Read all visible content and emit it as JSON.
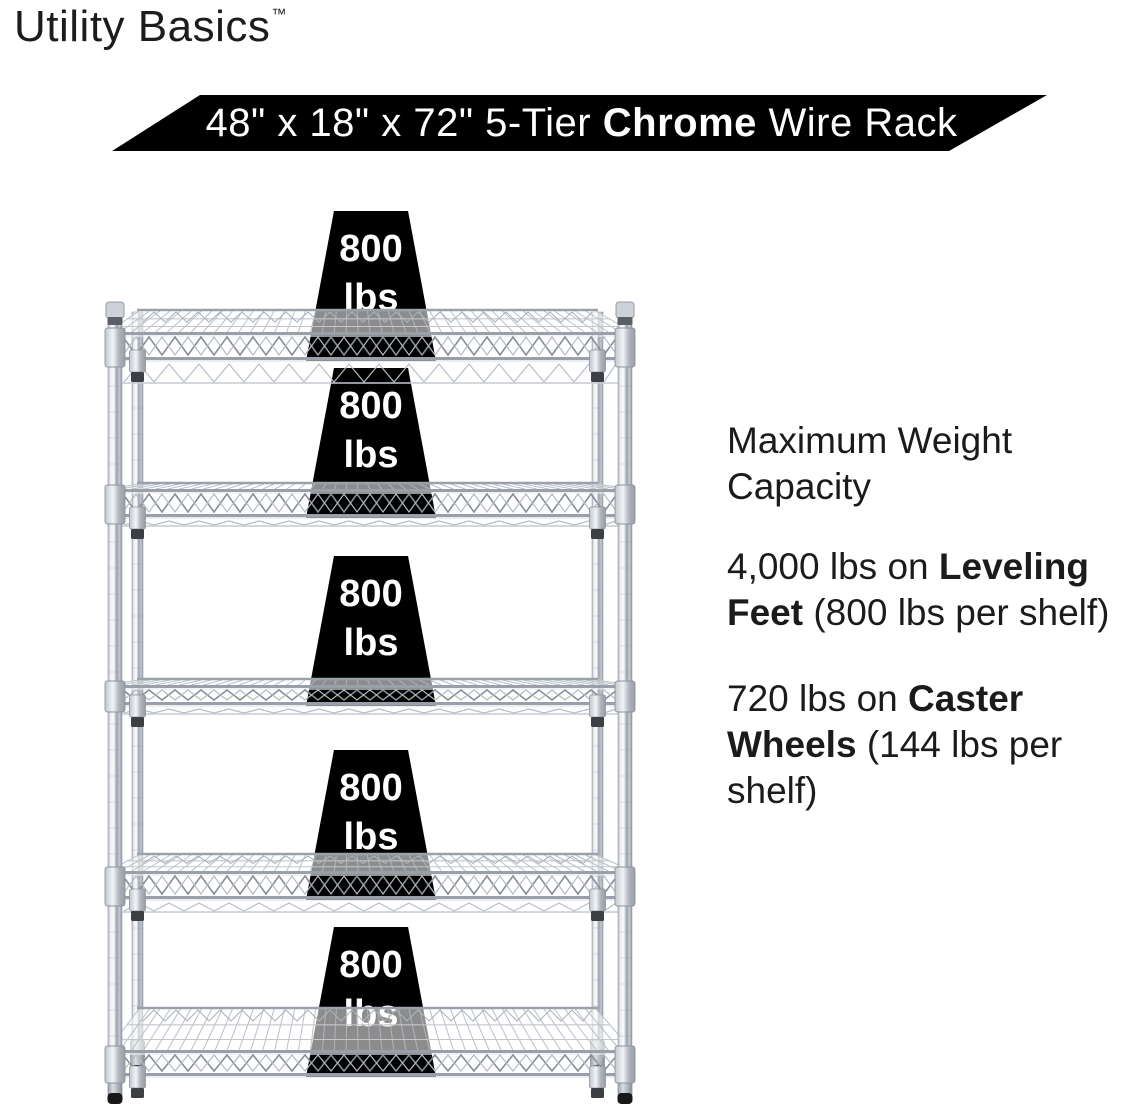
{
  "brand": {
    "name": "Utility Basics",
    "trademark": "™"
  },
  "banner": {
    "prefix": "48\" x 18\" x 72\" 5-Tier ",
    "highlight": "Chrome",
    "suffix": " Wire Rack",
    "bg": "#000000",
    "text_color": "#ffffff"
  },
  "rack": {
    "description": "5-tier chrome wire shelving rack with leveling feet",
    "tiers": 5
  },
  "weights": [
    {
      "value": "800",
      "unit": "lbs"
    },
    {
      "value": "800",
      "unit": "lbs"
    },
    {
      "value": "800",
      "unit": "lbs"
    },
    {
      "value": "800",
      "unit": "lbs"
    },
    {
      "value": "800",
      "unit": "lbs"
    }
  ],
  "info": {
    "heading": "Maximum Weight Capacity",
    "items": [
      {
        "pre": "4,000 lbs on ",
        "bold": "Leveling Feet",
        "post": " (800 lbs per shelf)"
      },
      {
        "pre": "720 lbs on ",
        "bold": "Caster Wheels",
        "post": " (144 lbs per shelf)"
      }
    ]
  },
  "colors": {
    "weight_bg": "#000000",
    "weight_text": "#ffffff",
    "chrome_light": "#eef0f3",
    "chrome_mid": "#aab1ba",
    "chrome_dark": "#8d949e",
    "foot_tip": "#17181a",
    "text": "#1b1b1b"
  }
}
